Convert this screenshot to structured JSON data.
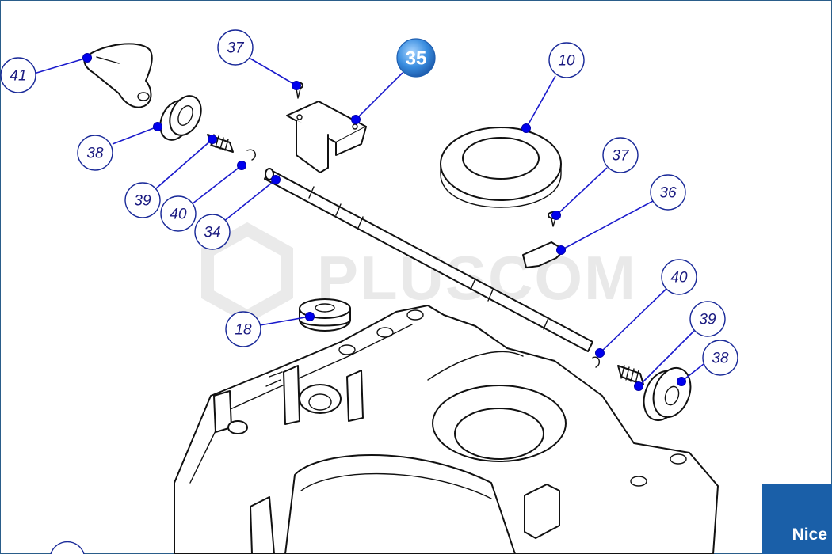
{
  "diagram": {
    "callouts": [
      {
        "id": "c41a",
        "label": "41"
      },
      {
        "id": "c37a",
        "label": "37"
      },
      {
        "id": "c35",
        "label": "35",
        "highlight": true
      },
      {
        "id": "c10",
        "label": "10"
      },
      {
        "id": "c38a",
        "label": "38"
      },
      {
        "id": "c39a",
        "label": "39"
      },
      {
        "id": "c40a",
        "label": "40"
      },
      {
        "id": "c34",
        "label": "34"
      },
      {
        "id": "c37b",
        "label": "37"
      },
      {
        "id": "c36",
        "label": "36"
      },
      {
        "id": "c18",
        "label": "18"
      },
      {
        "id": "c40b",
        "label": "40"
      },
      {
        "id": "c39b",
        "label": "39"
      },
      {
        "id": "c38b",
        "label": "38"
      }
    ],
    "watermark": "PLUSCOM",
    "logo_text": "Nice",
    "colors": {
      "callout_text": "#1a1a80",
      "leader": "#1a1acc",
      "highlight": "#3a8ee0",
      "logo_bg": "#1a5fa8"
    }
  }
}
